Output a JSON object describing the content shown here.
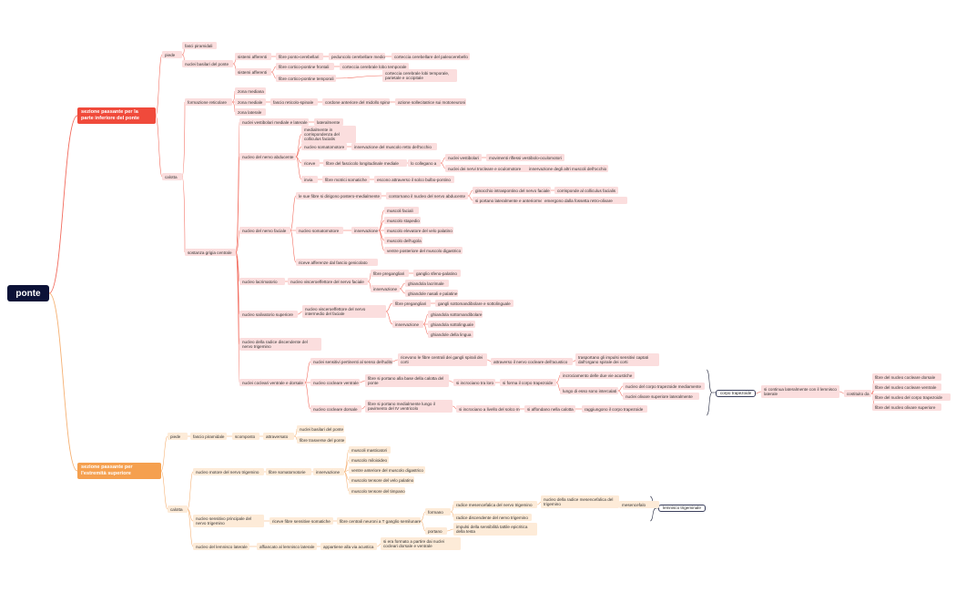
{
  "root": "ponte",
  "colors": {
    "red_link": "#f26a5c",
    "orange_link": "#f5b072",
    "red_fill": "#fbdede",
    "orange_fill": "#fdebd8",
    "root_fill": "#0c1237"
  },
  "sections": {
    "inferiore": "sezione passante per la parte inferiore del ponte",
    "superiore": "sezione passante per l'estremità superiore"
  },
  "summaries": {
    "corpo_trapezoide": "corpo trapezoide",
    "lemnisco_trigeminale": "lemnisco trigeminale"
  },
  "nodes": {
    "a1": "piede",
    "a2": "fasci piramidali",
    "a3": "nuclei basilari del ponte",
    "a4": "sistemi afferenti",
    "a5": "fibre ponto-cerebellari",
    "a6": "peduncolo cerebellare medio",
    "a7": "corteccia cerebellare del paleocerebello",
    "a8": "sistemi afferenti",
    "a9": "fibre cortico-pontine frontali",
    "a10": "corteccia cerebrale lobo temporale",
    "a11": "fibre cortico-pontine temporali",
    "a12": "corteccia cerebrale lobi temporale, parietale e occipitale",
    "b1": "calotta",
    "b2": "formazione reticolare",
    "b3": "zona mediana",
    "b4": "zona mediale",
    "b5": "fascio reticolo-spinale",
    "b6": "cordone anteriore del midollo spinale",
    "b7": "azione sollecitatrice sui motoneuroni",
    "b8": "zona laterale",
    "b9": "sostanza grigia centrale",
    "c1": "nuclei vestibolari mediale e laterale",
    "c2": "lateralmente",
    "d1": "nucleo del nervo abducente",
    "d2": "medialmente in corrispondenza del colliculus facialis",
    "d3": "nucleo somatomotore",
    "d4": "innervazione del muscolo retto dell'occhio",
    "d5": "riceve",
    "d6": "fibre del fascicolo longitudinale mediale",
    "d7": "lo collegano a",
    "d8": "nuclei vestibolari",
    "d9": "movimenti riflessi vestibolo-oculomotori",
    "d10": "nuclei dei nervi trocleare e oculomotore",
    "d11": "innervazione degli altri muscoli dell'occhio",
    "d12": "invia",
    "d13": "fibre motrici somatiche",
    "d14": "escono attraverso il solco bulbo-pontino",
    "e1": "nucleo del nervo faciale",
    "e2": "le sue fibre si dirigono postero-medialmente",
    "e3": "contornano il nucleo del nervo abducente",
    "e4": "ginocchio intraspontino del nervo faciale",
    "e5": "corrisponde al colliculus facialis",
    "e6": "si portano lateralmente e anteriormente",
    "e7": "emergono dalla fossetta retro-olivare",
    "e8": "nucleo somatomotore",
    "e9": "innervazione",
    "e10": "muscoli faciali",
    "e11": "muscolo stapedio",
    "e12": "muscolo elevatore del velo palatino",
    "e13": "muscolo dell'ugola",
    "e14": "ventre posteriore del muscolo digastrico",
    "e15": "riceve afferenze dal fascio genicolato",
    "f1": "nucleo lacrimatorio",
    "f2": "nucleo visceroeffettore del nervo faciale",
    "f3": "fibre pregangliari",
    "f4": "ganglio sfeno-palatino",
    "f5": "innervazione",
    "f6": "ghiandola lacrimale",
    "f7": "ghiandole nasali e palatine",
    "g1": "nucleo salivatorio superiore",
    "g2": "nucleo visceroeffettore del nervo intermedio del faciale",
    "g3": "fibre pregangliari",
    "g4": "gangli sottomandibolare e sottolinguale",
    "g5": "innervazione",
    "g6": "ghiandola sottomandibolare",
    "g7": "ghiandola sottolinguale",
    "g8": "ghiandole della lingua",
    "h1": "nucleo della radice discendente del nervo trigemino",
    "i1": "nuclei cocleari ventrale e dorsale",
    "i2": "nuclei sensitivi pertinenti al senso dell'udito",
    "i3": "ricevono le fibre centrali dei gangli spirali dei corti",
    "i4": "attraverso il nervo cocleare dell'acustico",
    "i5": "trasportano gli impulsi sensitivi captati dall'organo spirale dei corti",
    "i6": "nucleo cocleare ventrale",
    "i7": "fibre si portano alla base della calotta del ponte",
    "i8": "si incrociano tra loro",
    "i9": "si forma il corpo trapezoide",
    "i10": "incrociamento delle due vie acustiche",
    "i11": "lungo di esso sono intercalati",
    "i12": "nucleo del corpo trapezoide mediamente",
    "i13": "nuclei olivare superiore lateralmente",
    "i14": "nucleo cocleare dorsale",
    "i15": "fibre si portano medialmente lungo il pavimento del IV ventricolo",
    "i16": "si incrociano a livello del solco mediano",
    "i17": "si affondano nella calotta",
    "i18": "raggiungono il corpo trapezoide",
    "j1": "si continua lateralmente con il lemnisco laterale",
    "j2": "costituito da",
    "j3": "fibre del nucleo cocleare dorsale",
    "j4": "fibre del nucleo cocleare ventrale",
    "j5": "fibre del nucleo del corpo trapezoide",
    "j6": "fibre del nucleo olivare superiore",
    "k1": "piede",
    "k2": "fascio piramidale",
    "k3": "scomposto",
    "k4": "attraversato",
    "k5": "nuclei basilari del ponte",
    "k6": "fibre trasverse del ponte",
    "l1": "calotta",
    "l2": "nucleo motore del nervo trigemino",
    "l3": "fibre somatomotorie",
    "l4": "innervazione",
    "l5": "muscoli masticatori",
    "l6": "muscolo miloioideo",
    "l7": "ventre anteriore del muscolo digastrico",
    "l8": "muscolo tensore del velo palatino",
    "l9": "muscolo tensore del timpano",
    "m1": "nucleo sensitivo principale del nervo trigemino",
    "m2": "riceve fibre sensitive somatiche",
    "m3": "fibre centrali neuroni a T ganglio semilunare",
    "m4": "formano",
    "m5": "radice mesencefalica del nervo trigemino",
    "m6": "nucleo della radice mesencefalica del trigemino",
    "m7": "mesencefalo",
    "m8": "radice discendente del nervo trigemino",
    "m9": "portano",
    "m10": "impulsi della sensibilità tattile epicritica della testa",
    "n1": "nucleo del lemnisco laterale",
    "n2": "affiancato al lemnisco laterale",
    "n3": "appartiene alla via acustica",
    "n4": "si era formato a partire dai nuclei cocleari dorsale e ventrale"
  }
}
